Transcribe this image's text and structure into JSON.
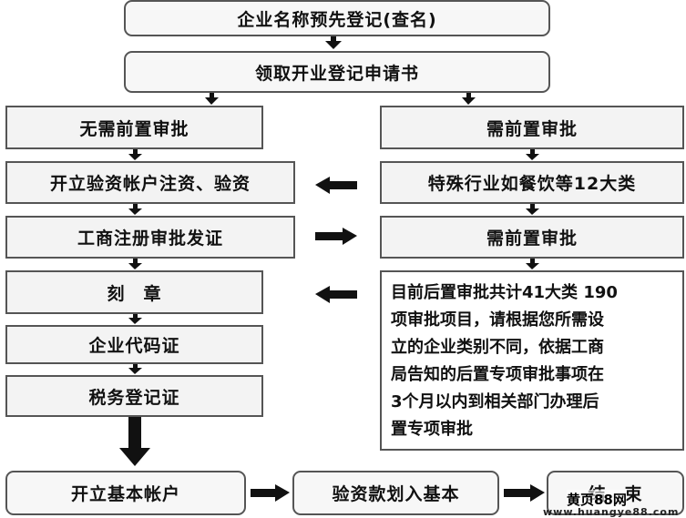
{
  "top": {
    "name_check": "企业名称预先登记(查名)",
    "get_form": "领取开业登记申请书"
  },
  "left": {
    "no_pre_approval": "无需前置审批",
    "open_account": "开立验资帐户注资、验资",
    "issue_license": "工商注册审批发证",
    "seal": "刻　章",
    "org_code": "企业代码证",
    "tax_reg": "税务登记证"
  },
  "right": {
    "need_pre_approval": "需前置审批",
    "special_industry": "特殊行业如餐饮等12大类",
    "need_pre_approval_2": "需前置审批",
    "post_approval_note": [
      "目前后置审批共计41大类 190",
      "项审批项目，请根据您所需设",
      "立的企业类别不同，依据工商",
      "局告知的后置专项审批事项在",
      "3个月以内到相关部门办理后",
      "置专项审批"
    ]
  },
  "bottom": {
    "basic_account": "开立基本帐户",
    "transfer": "验资款划入基本",
    "end": "结　束"
  },
  "watermark": {
    "text": "黄页88网",
    "url": "www.huangye88.com"
  },
  "colors": {
    "border": "#555555",
    "box_fill": "#f3f3f3",
    "arrow": "#111111"
  }
}
